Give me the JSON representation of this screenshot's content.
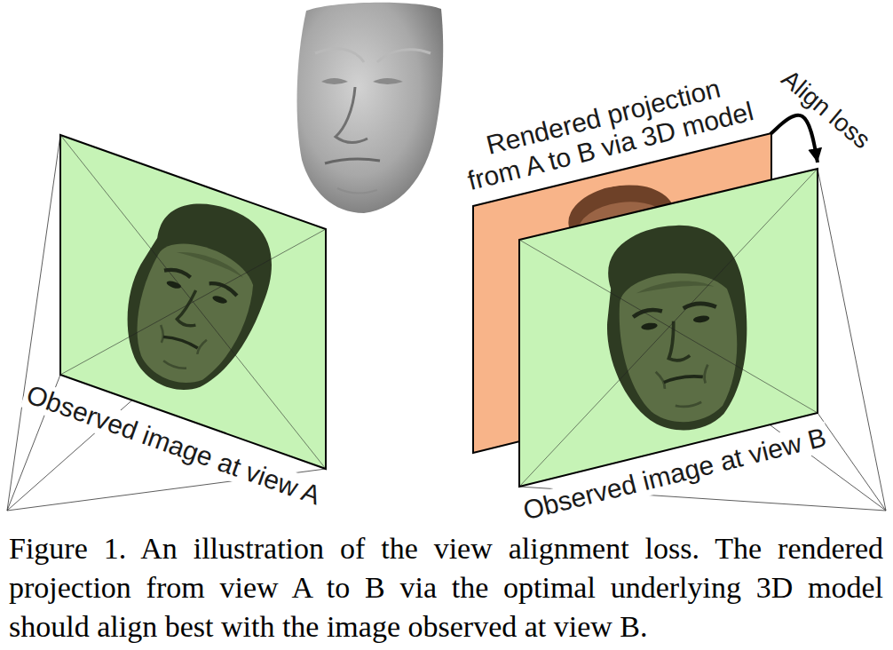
{
  "diagram": {
    "caption": "Figure 1. An illustration of the view alignment loss. The rendered projection from view A to B via the optimal underlying 3D model should align best with the image observed at view B.",
    "nodes": [
      {
        "text": [
          "Observed image at view A"
        ]
      },
      {
        "text": [
          "Rendered projection from A to B via 3D model"
        ]
      },
      {
        "text": [
          "Observed image at view B"
        ]
      }
    ],
    "edges": [
      {
        "from": 1,
        "to": 2,
        "arrow": "to",
        "label": "Align loss"
      }
    ]
  }
}
